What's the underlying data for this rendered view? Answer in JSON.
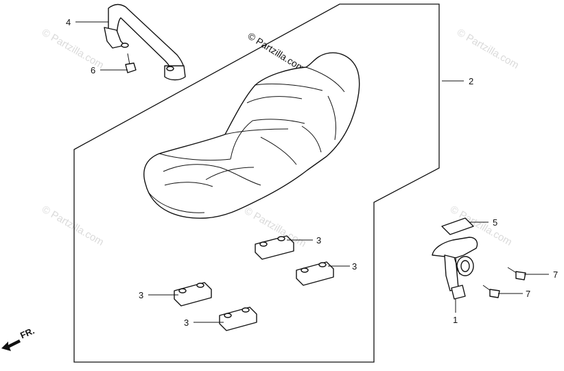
{
  "watermarks": {
    "main": "© Partzilla.com",
    "faint": "© Partzilla.com"
  },
  "callouts": {
    "c1": "1",
    "c2": "2",
    "c3a": "3",
    "c3b": "3",
    "c3c": "3",
    "c3d": "3",
    "c4": "4",
    "c5": "5",
    "c6": "6",
    "c7a": "7",
    "c7b": "7"
  },
  "direction": {
    "label": "FR."
  }
}
